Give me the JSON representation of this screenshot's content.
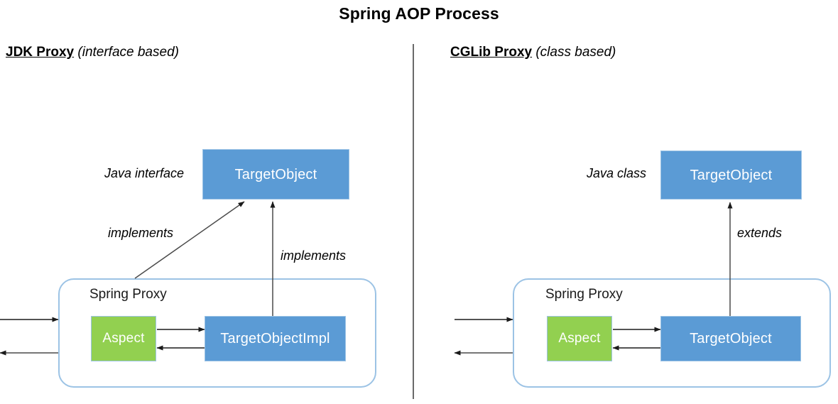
{
  "diagram": {
    "title": "Spring AOP Process",
    "colors": {
      "node_blue": "#5B9BD5",
      "node_green": "#92D050",
      "node_border": "#9CC3E5",
      "divider": "#6A6A6A",
      "arrow": "#1A1A1A",
      "text_on_node": "#FFFFFF"
    }
  },
  "panels": [
    {
      "id": "jdk",
      "heading_main": "JDK Proxy",
      "heading_note": "(interface based)",
      "top_node_label": "TargetObject",
      "top_node_annotation": "Java interface",
      "proxy_label": "Spring Proxy",
      "aspect_label": "Aspect",
      "inner_node_label": "TargetObjectImpl",
      "relation_labels": [
        "implements",
        "implements"
      ]
    },
    {
      "id": "cglib",
      "heading_main": "CGLib Proxy",
      "heading_note": "(class based)",
      "top_node_label": "TargetObject",
      "top_node_annotation": "Java class",
      "proxy_label": "Spring Proxy",
      "aspect_label": "Aspect",
      "inner_node_label": "TargetObject",
      "relation_labels": [
        "extends"
      ]
    }
  ]
}
